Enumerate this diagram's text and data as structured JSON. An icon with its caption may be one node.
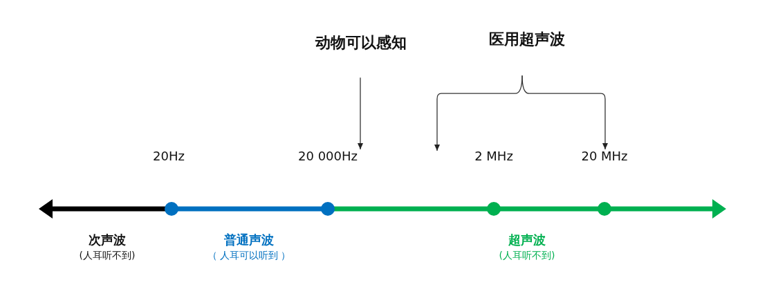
{
  "diagram": {
    "nodes": [
      {
        "text": [
          "动物可以感知"
        ]
      },
      {
        "text": [
          "医用超声波"
        ]
      },
      {
        "text": [
          "20Hz"
        ]
      },
      {
        "text": [
          "20 000Hz"
        ]
      },
      {
        "text": [
          "2 MHz"
        ]
      },
      {
        "text": [
          "20 MHz"
        ]
      }
    ],
    "edges": [
      {
        "from": 0,
        "to": 3,
        "arrow": "to"
      },
      {
        "from": 1,
        "to": null,
        "arrow": "to"
      },
      {
        "from": 1,
        "to": 5,
        "arrow": "to"
      }
    ],
    "labels": [
      "次声波",
      "(人耳听不到)",
      "普通声波",
      "（ 人耳可以听到 ）",
      "超声波",
      "(人耳听不到)"
    ]
  }
}
